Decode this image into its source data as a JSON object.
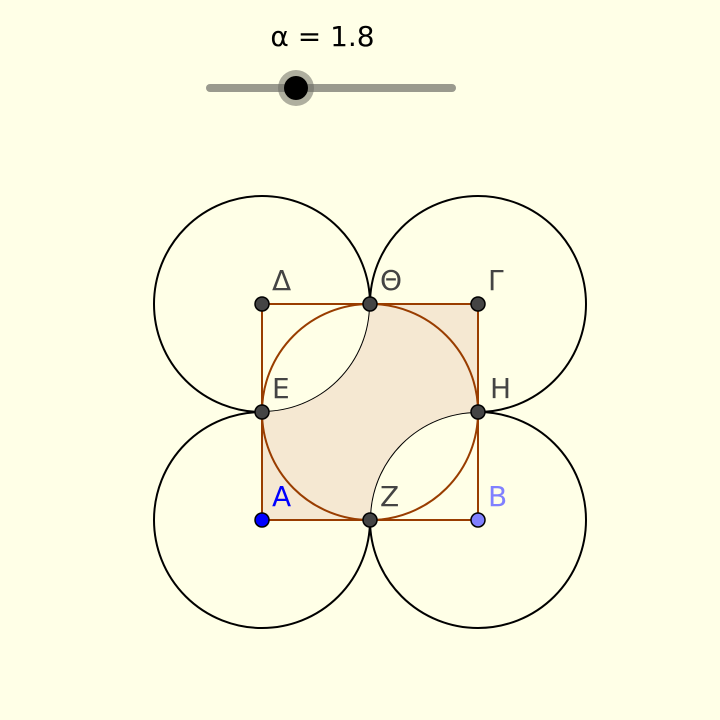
{
  "slider": {
    "label": "α = 1.8",
    "value": 1.8,
    "min": 0,
    "max": 5
  },
  "colors": {
    "background": "#ffffe7",
    "circle_stroke": "#000000",
    "shape_stroke": "#993d00",
    "shape_fill": "#f5e8d2",
    "point_default": "#444444",
    "point_A": "#0000ff",
    "point_B": "#8080ff",
    "label_default": "#444444",
    "label_A": "#0000ff",
    "label_B": "#8080ff"
  },
  "points": [
    {
      "name": "A"
    },
    {
      "name": "B"
    },
    {
      "name": "Γ"
    },
    {
      "name": "Δ"
    },
    {
      "name": "E"
    },
    {
      "name": "Z"
    },
    {
      "name": "H"
    },
    {
      "name": "Θ"
    }
  ]
}
